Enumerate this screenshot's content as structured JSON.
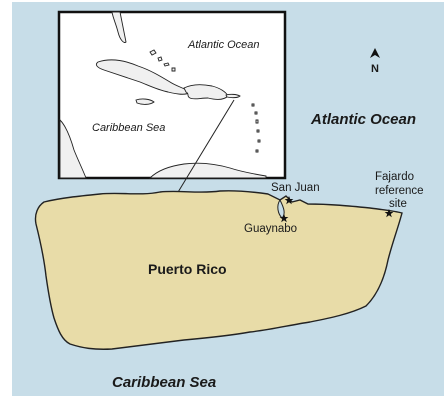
{
  "map": {
    "colors": {
      "water": "#c7dde8",
      "land": "#e8dca8",
      "inset_land": "#f0f0f0",
      "coast": "#222222"
    },
    "labels": {
      "main_ocean_north": "Atlantic Ocean",
      "main_ocean_south": "Caribbean Sea",
      "island": "Puerto Rico",
      "inset_ocean_north": "Atlantic Ocean",
      "inset_ocean_south": "Caribbean Sea"
    },
    "places": [
      {
        "name": "San Juan"
      },
      {
        "name": "Guaynabo"
      },
      {
        "name": "Fajardo"
      }
    ],
    "fajardo_label_lines": [
      "Fajardo",
      "reference",
      "site"
    ],
    "north_arrow": {
      "letter": "N",
      "icon": "north-arrow-icon"
    }
  }
}
